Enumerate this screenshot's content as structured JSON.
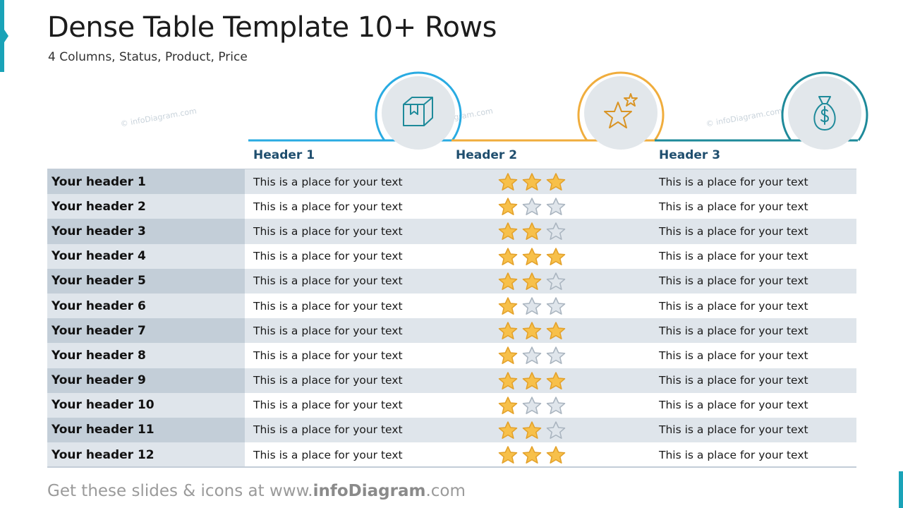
{
  "title": "Dense Table Template 10+ Rows",
  "subtitle": "4 Columns, Status, Product, Price",
  "watermark": "© infoDiagram.com",
  "footer": {
    "prefix": "Get these slides & icons at www.",
    "brand": "infoDiagram",
    "suffix": ".com"
  },
  "colors": {
    "accent": "#1aa3b8",
    "blue": "#29abe2",
    "orange": "#f0ad3d",
    "teal": "#1e8a9a",
    "header_text": "#1f4e6e",
    "star_filled": "#f7c04a",
    "star_empty": "#dfe5eb",
    "highlight": "#f3b3b3"
  },
  "column_headers": [
    {
      "label": "Header 1",
      "icon": "box-icon"
    },
    {
      "label": "Header 2",
      "icon": "stars-icon"
    },
    {
      "label": "Header 3",
      "icon": "money-bag-icon"
    }
  ],
  "rows": [
    {
      "header": "Your header 1",
      "col1": "This is a place for your text",
      "rating": 3,
      "col3": "This is a place for your text"
    },
    {
      "header": "Your header 2",
      "col1": "This is a place for your text",
      "rating": 1,
      "col3": "This is a place for your text"
    },
    {
      "header": "Your header 3",
      "col1": "This is a place for your text",
      "rating": 2,
      "col3": "This is a place for your text"
    },
    {
      "header": "Your header 4",
      "col1": "This is a place for your text",
      "rating": 3,
      "col3": "This is a place for your text"
    },
    {
      "header": "Your header 5",
      "col1": "This is a place for your text",
      "rating": 2,
      "col3": "This is a place for your text"
    },
    {
      "header": "Your header 6",
      "col1": "This is a place for your text",
      "rating": 1,
      "col3": "This is a place for your text"
    },
    {
      "header": "Your header 7",
      "col1": "This is a place for your text",
      "rating": 3,
      "col3": "This is a place for your text"
    },
    {
      "header": "Your header 8",
      "col1": "This is a place for your text",
      "rating": 1,
      "col3": "This is a place for your text",
      "highlighted": true
    },
    {
      "header": "Your header 9",
      "col1": "This is a place for your text",
      "rating": 3,
      "col3": "This is a place for your text"
    },
    {
      "header": "Your header 10",
      "col1": "This is a place for your text",
      "rating": 1,
      "col3": "This is a place for your text"
    },
    {
      "header": "Your header 11",
      "col1": "This is a place for your text",
      "rating": 2,
      "col3": "This is a place for your text"
    },
    {
      "header": "Your header 12",
      "col1": "This is a place for your text",
      "rating": 3,
      "col3": "This is a place for your text"
    }
  ],
  "max_rating": 3
}
